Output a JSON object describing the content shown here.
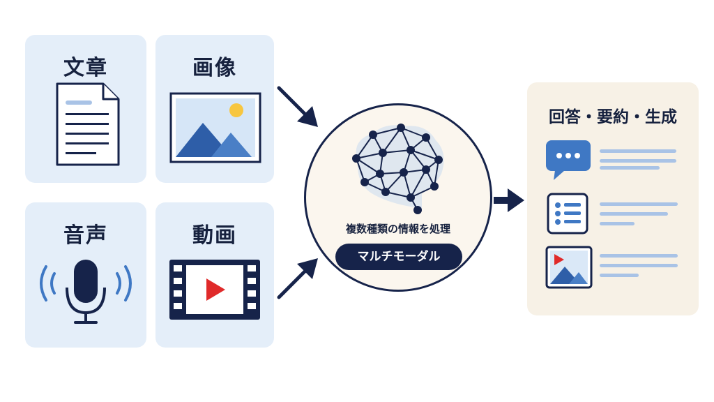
{
  "inputs": {
    "text_label": "文章",
    "image_label": "画像",
    "audio_label": "音声",
    "video_label": "動画"
  },
  "hub": {
    "caption": "複数種類の情報を処理",
    "badge": "マルチモーダル"
  },
  "output": {
    "title": "回答・要約・生成"
  },
  "colors": {
    "card_bg": "#e4eef9",
    "navy": "#16234a",
    "accent_blue": "#3f78c4",
    "light_blue": "#a9c3e6",
    "output_bg": "#f7f1e6",
    "play_red": "#e02a2a",
    "sun_yellow": "#f7c640"
  },
  "icons": {
    "text": "document-icon",
    "image": "landscape-image-icon",
    "audio": "microphone-icon",
    "video": "film-strip-play-icon",
    "hub": "neural-network-brain-icon",
    "out1": "chat-bubble-icon",
    "out2": "bullet-list-icon",
    "out3": "media-image-icon"
  }
}
